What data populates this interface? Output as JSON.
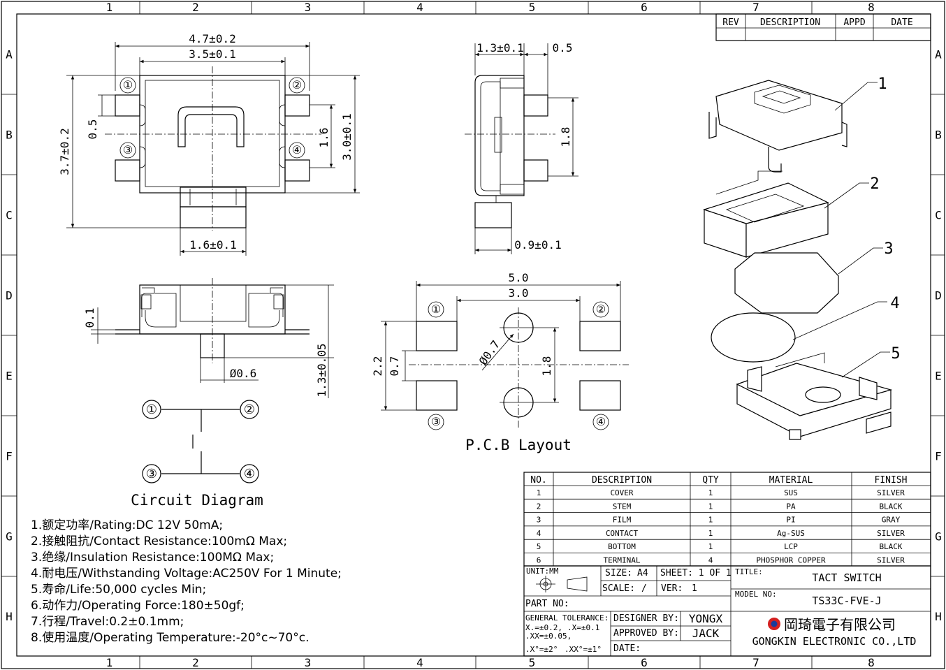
{
  "border": {
    "columns": [
      "1",
      "2",
      "3",
      "4",
      "5",
      "6",
      "7",
      "8"
    ],
    "rows": [
      "A",
      "B",
      "C",
      "D",
      "E",
      "F",
      "G",
      "H"
    ]
  },
  "revision_table": {
    "headers": [
      "REV",
      "DESCRIPTION",
      "APPD",
      "DATE"
    ]
  },
  "dimensions": {
    "top_width_outer": "4.7±0.2",
    "top_width_inner": "3.5±0.1",
    "top_height_total": "3.7±0.2",
    "top_pitch_small": "0.5",
    "top_center_gap": "1.6",
    "top_height_inner": "3.0±0.1",
    "top_stem_width": "1.6±0.1",
    "side_depth": "1.3±0.1",
    "side_terminal": "0.5",
    "side_height": "1.8",
    "side_bottom": "0.9±0.1",
    "front_thickness": "0.1",
    "front_pin_dia": "Ø0.6",
    "front_height": "1.3±0.05",
    "pcb_outer": "5.0",
    "pcb_inner": "3.0",
    "pcb_height": "2.2",
    "pcb_gap": "0.7",
    "pcb_hole": "Ø0.7",
    "pcb_vert": "1.8"
  },
  "pins": [
    "①",
    "②",
    "③",
    "④"
  ],
  "labels": {
    "pcb_layout": "P.C.B Layout",
    "circuit_diagram": "Circuit Diagram"
  },
  "exploded_parts": [
    "1",
    "2",
    "3",
    "4",
    "5"
  ],
  "specs": [
    "1.额定功率/Rating:DC 12V 50mA;",
    "2.接触阻抗/Contact Resistance:100mΩ Max;",
    "3.绝缘/Insulation Resistance:100MΩ Max;",
    "4.耐电压/Withstanding Voltage:AC250V For 1 Minute;",
    "5.寿命/Life:50,000 cycles Min;",
    "6.动作力/Operating Force:180±50gf;",
    "7.行程/Travel:0.2±0.1mm;",
    "8.使用温度/Operating Temperature:-20°c~70°c."
  ],
  "bom": {
    "headers": [
      "NO.",
      "DESCRIPTION",
      "QTY",
      "MATERIAL",
      "FINISH"
    ],
    "rows": [
      [
        "1",
        "COVER",
        "1",
        "SUS",
        "SILVER"
      ],
      [
        "2",
        "STEM",
        "1",
        "PA",
        "BLACK"
      ],
      [
        "3",
        "FILM",
        "1",
        "PI",
        "GRAY"
      ],
      [
        "4",
        "CONTACT",
        "1",
        "Ag-SUS",
        "SILVER"
      ],
      [
        "5",
        "BOTTOM",
        "1",
        "LCP",
        "BLACK"
      ],
      [
        "6",
        "TERMINAL",
        "4",
        "PHOSPHOR COPPER",
        "SILVER"
      ]
    ]
  },
  "title_block": {
    "unit": "UNIT:MM",
    "size_label": "SIZE:",
    "size_value": "A4",
    "sheet": "SHEET: 1 OF 1",
    "scale_label": "SCALE:",
    "scale_value": "/",
    "ver_label": "VER:",
    "ver_value": "1",
    "title_label": "TITLE:",
    "title_value": "TACT SWITCH",
    "part_no": "PART NO:",
    "model_label": "MODEL NO:",
    "model_value": "TS33C-FVE-J",
    "tolerance_label": "GENERAL TOLERANCE:",
    "tol_1": "X.=±0.2,",
    "tol_2": ".X=±0.1",
    "tol_3": ".XX=±0.05,",
    "tol_4": ".X°=±2°",
    "tol_5": ".XX°=±1°",
    "designer_label": "DESIGNER BY:",
    "designer_value": "YONGX",
    "approved_label": "APPROVED BY:",
    "approved_value": "JACK",
    "date_label": "DATE:",
    "company_cn": "岡琦電子有限公司",
    "company_en": "GONGKIN ELECTRONIC CO.,LTD"
  }
}
